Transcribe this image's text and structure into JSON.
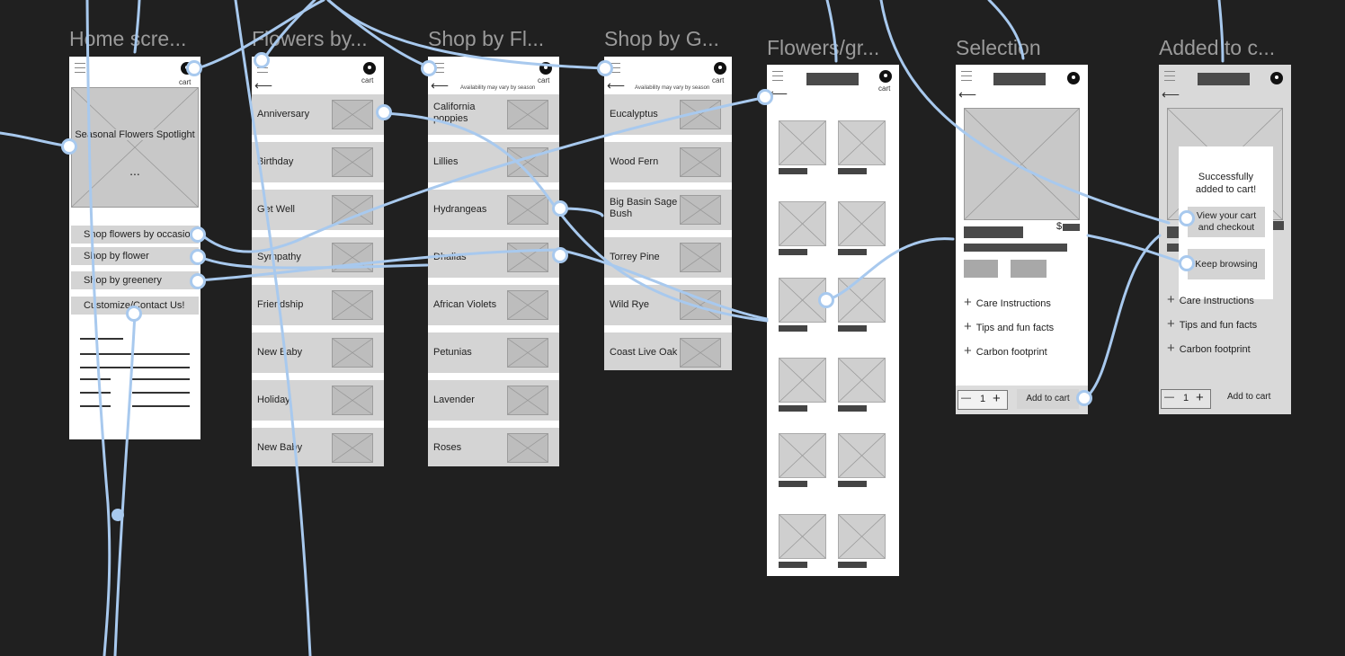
{
  "frames": {
    "home": {
      "title": "Home scre...",
      "cart_label": "cart",
      "spotlight": "Seasonal Flowers Spotlight",
      "spotlight_more": "...",
      "menu": [
        "Shop flowers by occasion",
        "Shop by flower",
        "Shop by greenery",
        "Customize/Contact Us!"
      ]
    },
    "occasion": {
      "title": "Flowers by...",
      "cart_label": "cart",
      "back": "⟵",
      "items": [
        "Anniversary",
        "Birthday",
        "Get Well",
        "Sympathy",
        "Friendship",
        "New Baby",
        "Holiday",
        "New Baby"
      ]
    },
    "flower": {
      "title": "Shop by Fl...",
      "cart_label": "cart",
      "back": "⟵",
      "note": "Availability may vary by season",
      "items": [
        "California poppies",
        "Lillies",
        "Hydrangeas",
        "Dhalias",
        "African Violets",
        "Petunias",
        "Lavender",
        "Roses"
      ]
    },
    "greenery": {
      "title": "Shop by G...",
      "cart_label": "cart",
      "back": "⟵",
      "note": "Availability may vary by season",
      "items": [
        "Eucalyptus",
        "Wood Fern",
        "Big Basin Sage Bush",
        "Torrey Pine",
        "Wild Rye",
        "Coast Live Oak"
      ]
    },
    "grid": {
      "title": "Flowers/gr...",
      "cart_label": "cart",
      "back": "⟵"
    },
    "selection": {
      "title": "Selection",
      "back": "⟵",
      "price_symbol": "$",
      "expanders": [
        "Care Instructions",
        "Tips and fun facts",
        "Carbon footprint"
      ],
      "qty_minus": "—",
      "qty_value": "1",
      "qty_plus": "+",
      "add_to_cart": "Add to cart"
    },
    "added": {
      "title": "Added to c...",
      "back": "⟵",
      "modal_message": "Successfully added to cart!",
      "view_cart": "View your cart and checkout",
      "keep_browsing": "Keep browsing",
      "expanders": [
        "Care Instructions",
        "Tips and fun facts",
        "Carbon footprint"
      ],
      "qty_minus": "—",
      "qty_value": "1",
      "qty_plus": "+",
      "add_to_cart": "Add to cart"
    }
  },
  "colors": {
    "canvas": "#202020",
    "wire": "#a8c9ee",
    "frame": "#ffffff",
    "placeholder": "#d4d4d4"
  },
  "icons": {
    "menu": "hamburger-icon",
    "back": "back-arrow-icon",
    "cart": "cart-icon",
    "plus": "plus-icon"
  }
}
